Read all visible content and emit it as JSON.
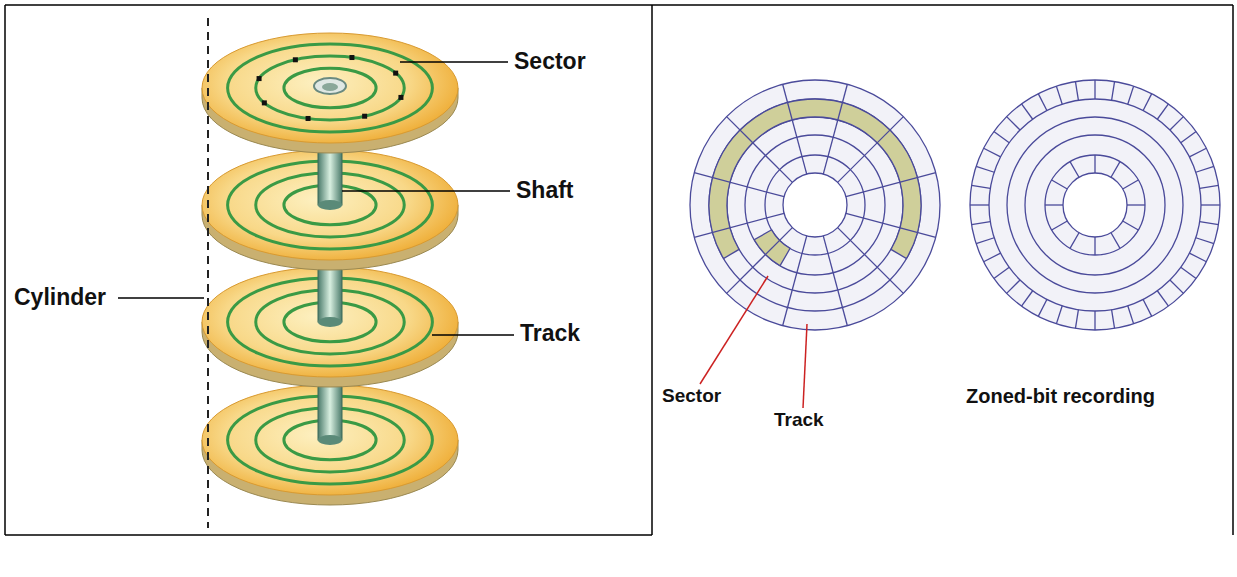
{
  "diagram": {
    "labels": [
      "Sector",
      "Shaft",
      "Cylinder",
      "Track",
      "Sector",
      "Track",
      "Zoned-bit recording"
    ]
  }
}
